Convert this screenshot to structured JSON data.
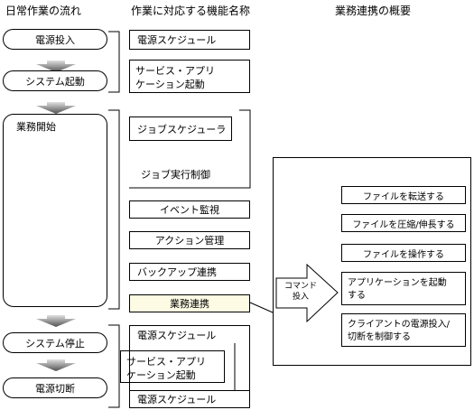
{
  "headers": {
    "flow": "日常作業の流れ",
    "features": "作業に対応する機能名称",
    "overview": "業務連携の概要"
  },
  "flow": {
    "power_on": "電源投入",
    "system_start": "システム起動",
    "business_start": "業務開始",
    "system_stop": "システム停止",
    "power_off": "電源切断"
  },
  "features": {
    "power_schedule_1": "電源スケジュール",
    "service_app_start_1": "サービス・アプリ\nケーション起動",
    "job_scheduler": "ジョブスケジューラ",
    "job_exec_control": "ジョブ実行制御",
    "event_monitor": "イベント監視",
    "action_mgmt": "アクション管理",
    "backup_link": "バックアップ連携",
    "business_link": "業務連携",
    "power_schedule_2": "電源スケジュール",
    "service_app_start_2": "サービス・アプリ\nケーション起動",
    "power_schedule_3": "電源スケジュール"
  },
  "command": "コマンド\n投入",
  "overview": {
    "transfer": "ファイルを転送する",
    "compress": "ファイルを圧縮/伸長する",
    "operate": "ファイルを操作する",
    "app_start": "アプリケーションを起動\nする",
    "client_power": "クライアントの電源投入/\n切断を制御する"
  },
  "colors": {
    "highlight": "#fdfbe4",
    "arrow_light": "#e0e0e0",
    "arrow_dark": "#505050"
  }
}
